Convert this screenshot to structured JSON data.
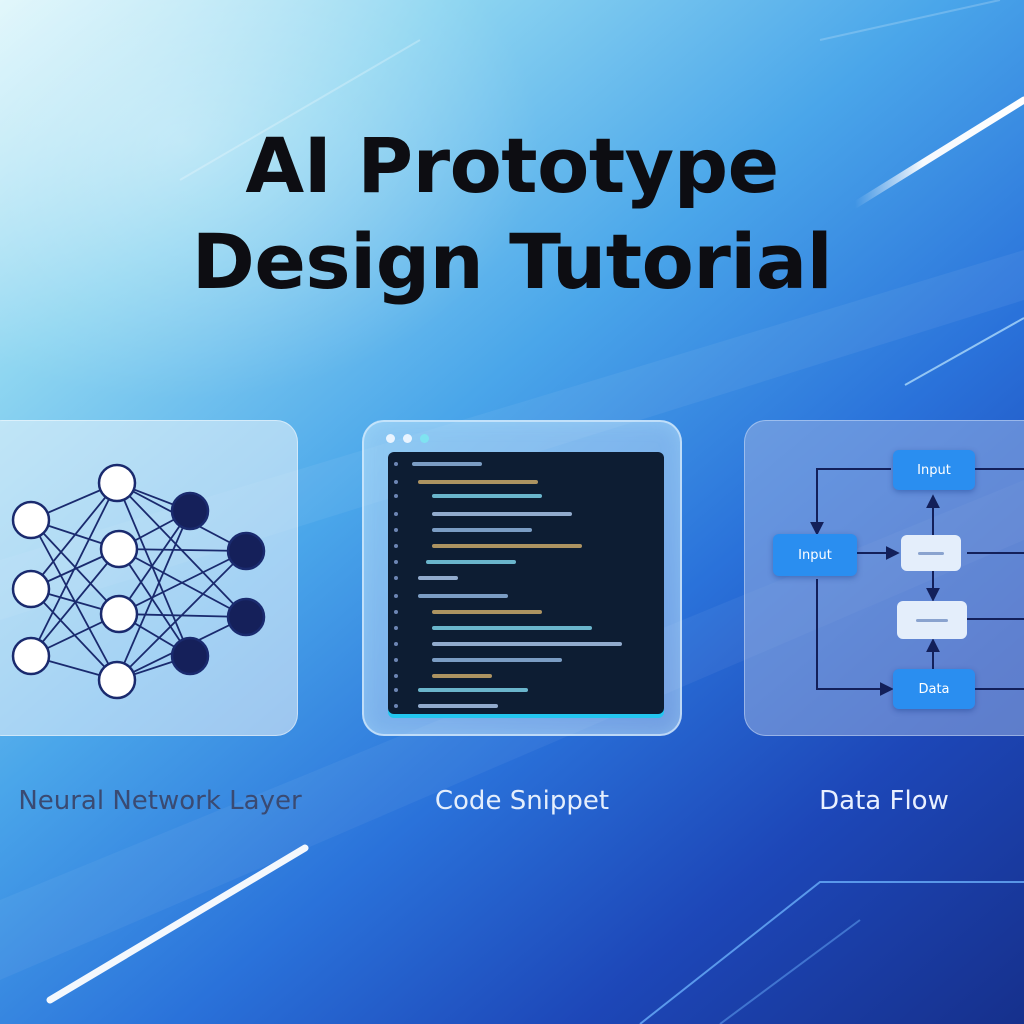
{
  "title_line1": "AI Prototype",
  "title_line2": "Design Tutorial",
  "captions": {
    "neural": "Neural Network Layer",
    "code": "Code Snippet",
    "flow": "Data Flow"
  },
  "flow_labels": {
    "input_top": "Input",
    "input_left": "Input",
    "output_bottom": "Data"
  },
  "colors": {
    "node_outline": "#1a2a6e",
    "node_dark": "#15205a",
    "code_bg": "#0d1d33",
    "flow_blue": "#2a8ef0",
    "flow_arrow": "#13205a"
  },
  "icons": [
    "neural-network-icon",
    "code-editor-icon",
    "flowchart-icon"
  ]
}
